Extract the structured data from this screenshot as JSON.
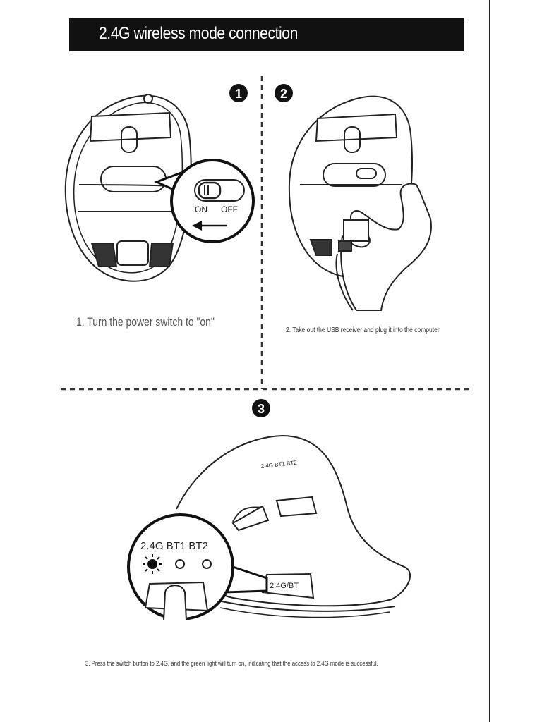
{
  "header": {
    "title": "2.4G wireless mode connection"
  },
  "steps": [
    {
      "number": "1",
      "caption": "1. Turn the power switch to \"on\"",
      "switch_on": "ON",
      "switch_off": "OFF"
    },
    {
      "number": "2",
      "caption": "2. Take out the USB receiver and plug it into the computer"
    },
    {
      "number": "3",
      "caption": "3. Press the switch button to 2.4G, and the green light will turn on, indicating that the access to 2.4G mode is successful.",
      "mode_labels": "2.4G BT1 BT2",
      "button_label": "2.4G/BT",
      "mouse_mode_labels": "2.4G BT1 BT2"
    }
  ],
  "colors": {
    "title_bar": "#111111",
    "line_art": "#222222"
  }
}
